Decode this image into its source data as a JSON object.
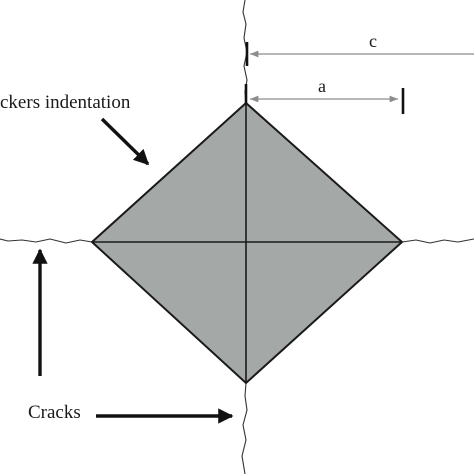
{
  "diagram": {
    "labels": {
      "indentation": "ckers indentation",
      "cracks": "Cracks",
      "crack_length": "c",
      "half_diagonal": "a"
    },
    "colors": {
      "indent_fill": "#a4a8a6",
      "outline": "#1a1a1a",
      "dimension_line": "#8c8c8c",
      "arrow": "#111111"
    }
  }
}
